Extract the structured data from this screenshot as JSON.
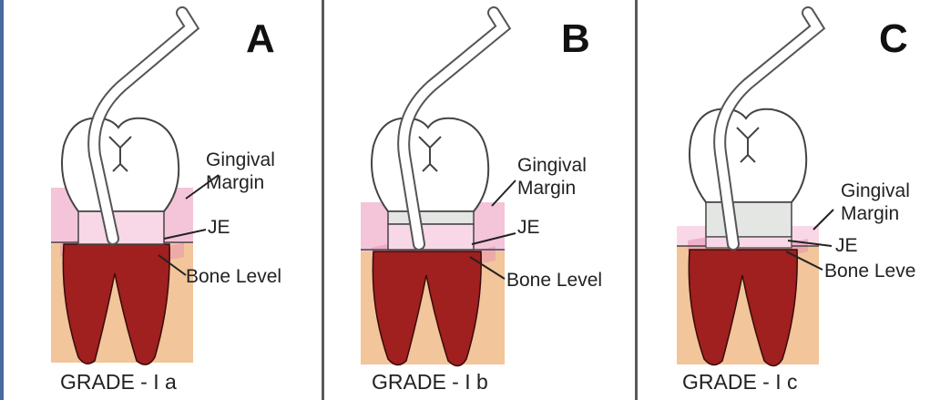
{
  "colors": {
    "background": "#ffffff",
    "gingiva": "#f4c4d8",
    "gingiva_pale": "#f8d8e6",
    "bone": "#f2c59a",
    "root": "#a01f1f",
    "enamel": "#ffffff",
    "epithelium_loss_band": "#e4e6e4",
    "probe_outline": "#555555",
    "divider": "#5a5a5a"
  },
  "panels": [
    {
      "letter": "A",
      "labels": {
        "gingival": "Gingival",
        "margin": "Margin",
        "je": "JE",
        "bone": "Bone Level"
      },
      "grade": "GRADE - I a"
    },
    {
      "letter": "B",
      "labels": {
        "gingival": "Gingival",
        "margin": "Margin",
        "je": "JE",
        "bone": "Bone Level"
      },
      "grade": "GRADE - I b"
    },
    {
      "letter": "C",
      "labels": {
        "gingival": "Gingival",
        "margin": "Margin",
        "je": "JE",
        "bone": "Bone Leve"
      },
      "grade": "GRADE - I c"
    }
  ]
}
